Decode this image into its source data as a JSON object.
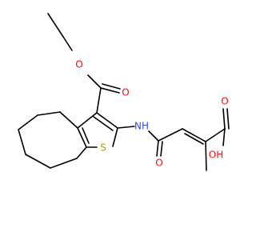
{
  "colors": {
    "bond": "#000000",
    "oxygen": "#ff0d0d",
    "nitrogen": "#3050f8",
    "sulfur": "#b4a000",
    "background": "#ffffff"
  },
  "atoms": {
    "o_ester_top": "O",
    "o_ester_carbonyl": "O",
    "nh": "NH",
    "s_ring": "S",
    "o_amide": "O",
    "o_acid_carbonyl": "O",
    "oh_acid": "OH"
  }
}
